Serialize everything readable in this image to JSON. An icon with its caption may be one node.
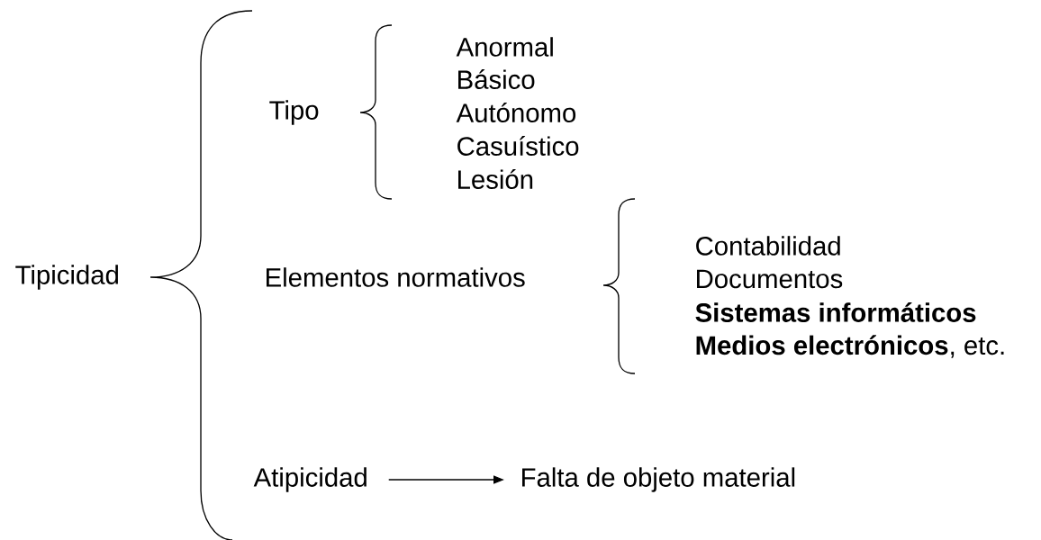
{
  "diagram": {
    "nodes": [
      {
        "text": [
          "Tipicidad"
        ]
      },
      {
        "text": [
          "Tipo"
        ]
      },
      {
        "text": [
          "Elementos normativos"
        ]
      },
      {
        "text": [
          "Atipicidad"
        ]
      },
      {
        "text": [
          "Falta de objeto material"
        ]
      }
    ],
    "edges": [
      {
        "from": 3,
        "to": 4,
        "arrow": "to"
      }
    ],
    "labels": [
      "Anormal",
      "Básico",
      "Autónomo",
      "Casuístico",
      "Lesión",
      "Contabilidad",
      "Documentos",
      "Sistemas informáticos",
      "**Medios electrónicos**, etc."
    ]
  }
}
